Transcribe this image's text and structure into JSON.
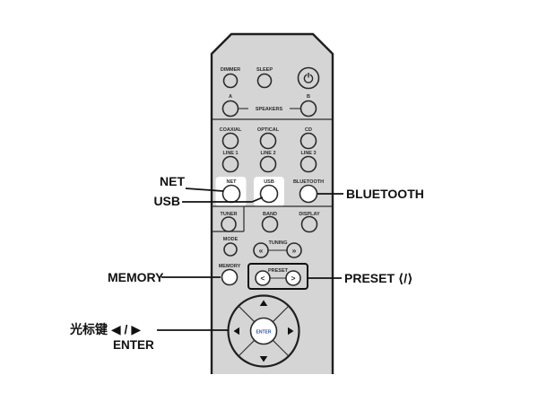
{
  "callouts": {
    "net": "NET",
    "usb": "USB",
    "bluetooth": "BLUETOOTH",
    "memory": "MEMORY",
    "preset": "PRESET ⟨/⟩",
    "cursor_keys": "光标键 ◀ / ▶",
    "enter": "ENTER"
  },
  "remote": {
    "buttons": {
      "dimmer": "DIMMER",
      "sleep": "SLEEP",
      "speaker_a": "A",
      "speaker_b": "B",
      "speakers": "SPEAKERS",
      "coaxial": "COAXIAL",
      "optical": "OPTICAL",
      "cd": "CD",
      "line1": "LINE 1",
      "line2": "LINE 2",
      "line3": "LINE 3",
      "net": "NET",
      "usb": "USB",
      "bluetooth": "BLUETOOTH",
      "tuner": "TUNER",
      "band": "BAND",
      "display": "DISPLAY",
      "mode": "MODE",
      "tuning": "TUNING",
      "memory": "MEMORY",
      "preset": "PRESET",
      "enter": "ENTER"
    },
    "icons": {
      "tuning_back": "«",
      "tuning_fwd": "»",
      "preset_back": "<",
      "preset_fwd": ">"
    }
  },
  "colors": {
    "remote_body": "#d5d5d5",
    "outline": "#1f1f1f",
    "highlight": "#ffffff",
    "enter_text": "#2e57a5",
    "label": "#222222"
  }
}
